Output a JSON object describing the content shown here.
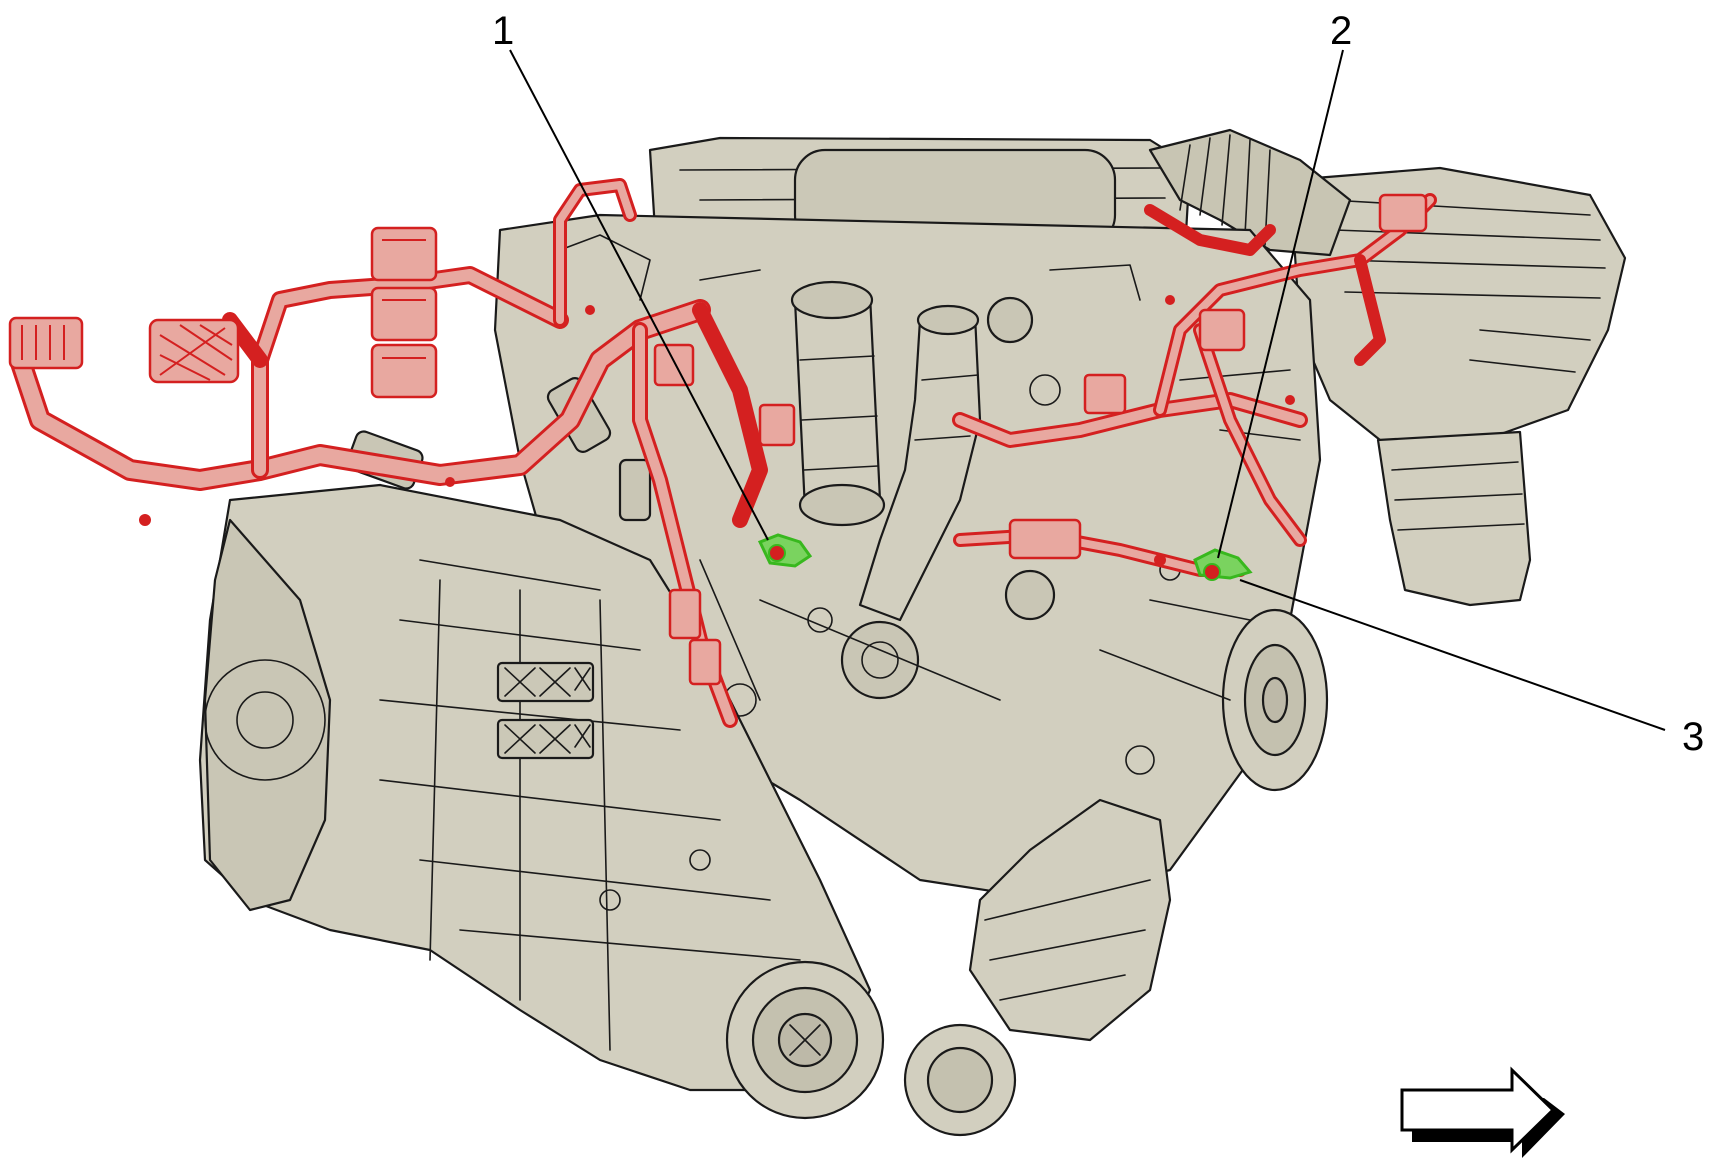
{
  "callouts": [
    {
      "id": "1",
      "label": "1"
    },
    {
      "id": "2",
      "label": "2"
    },
    {
      "id": "3",
      "label": "3"
    }
  ],
  "colors": {
    "engine_fill": "#d2cfbf",
    "engine_shade": "#bdb9a8",
    "outline": "#1a1a1a",
    "harness": "#d42020",
    "harness_fill": "#e8a8a0",
    "fastener_highlight": "#38b81e",
    "arrow_fill": "#ffffff"
  },
  "icons": {
    "direction": "front-direction-arrow-icon"
  }
}
